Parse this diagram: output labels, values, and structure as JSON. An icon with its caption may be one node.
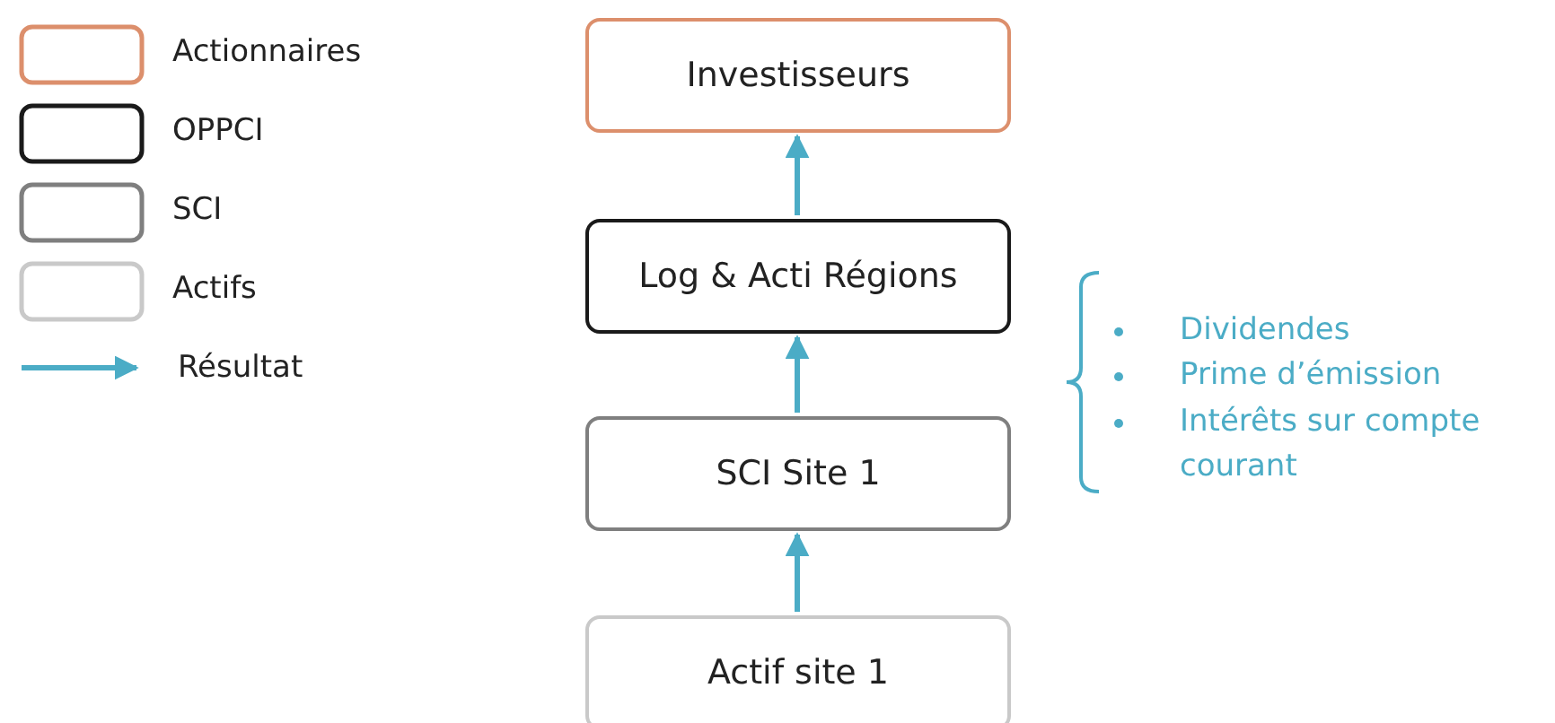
{
  "diagram": {
    "nodes": [
      {
        "text": [
          "Investisseurs"
        ]
      },
      {
        "text": [
          "Log & Acti Régions"
        ]
      },
      {
        "text": [
          "SCI Site 1"
        ]
      },
      {
        "text": [
          "Actif site 1"
        ]
      }
    ],
    "edges": [
      {
        "from": 3,
        "to": 2,
        "arrow": "to"
      },
      {
        "from": 2,
        "to": 1,
        "arrow": "to"
      },
      {
        "from": 1,
        "to": 0,
        "arrow": "to"
      }
    ],
    "labels": [
      "Dividendes",
      "Prime d’émission",
      "Intérêts sur compte courant"
    ],
    "legend": [
      {
        "text": "Actionnaires",
        "color": "#dc8f6c"
      },
      {
        "text": "OPPCI",
        "color": "#1a1a1a"
      },
      {
        "text": "SCI",
        "color": "#7f7f7f"
      },
      {
        "text": "Actifs",
        "color": "#c9c9c9"
      },
      {
        "text": "Résultat"
      }
    ]
  }
}
